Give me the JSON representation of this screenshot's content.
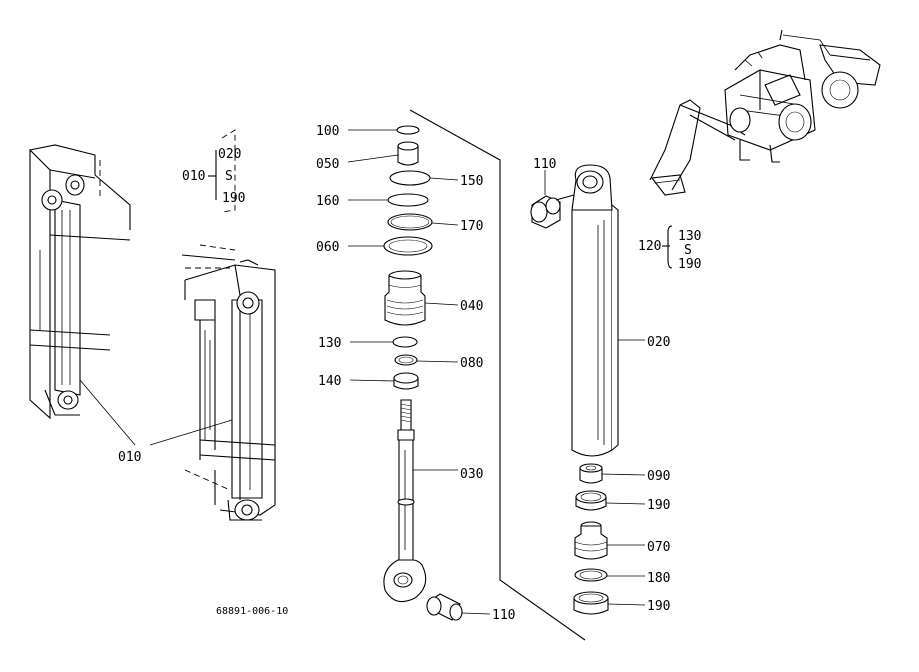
{
  "diagram": {
    "drawing_code": "68891-006-10",
    "group_callouts": {
      "assembly": "010",
      "from": "020",
      "range_mark": "S",
      "to": "190"
    },
    "assembly_label": "010",
    "subgroup_callouts": {
      "assembly": "120",
      "from": "130",
      "range_mark": "S",
      "to": "190"
    },
    "parts": [
      {
        "code": "100"
      },
      {
        "code": "050"
      },
      {
        "code": "150"
      },
      {
        "code": "160"
      },
      {
        "code": "170"
      },
      {
        "code": "060"
      },
      {
        "code": "040"
      },
      {
        "code": "130"
      },
      {
        "code": "080"
      },
      {
        "code": "140"
      },
      {
        "code": "030"
      },
      {
        "code": "110"
      },
      {
        "code": "110"
      },
      {
        "code": "020"
      },
      {
        "code": "090"
      },
      {
        "code": "190"
      },
      {
        "code": "070"
      },
      {
        "code": "180"
      },
      {
        "code": "190"
      }
    ]
  }
}
